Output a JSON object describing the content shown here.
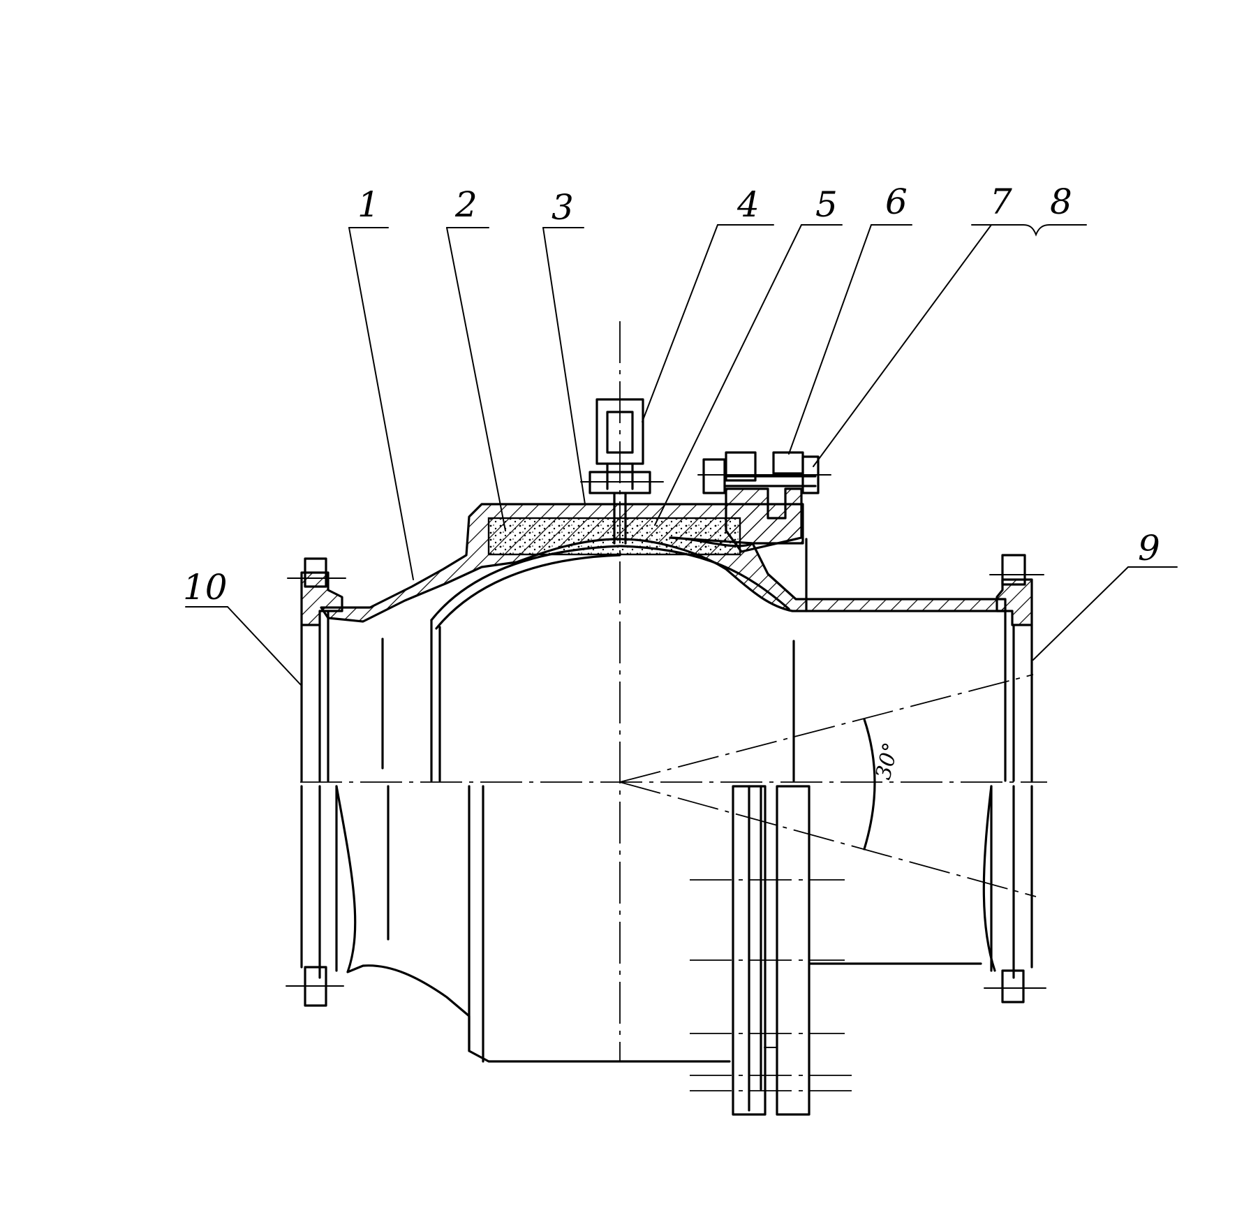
{
  "callouts": [
    {
      "id": "1",
      "text": "1"
    },
    {
      "id": "2",
      "text": "2"
    },
    {
      "id": "3",
      "text": "3"
    },
    {
      "id": "4",
      "text": "4"
    },
    {
      "id": "5",
      "text": "5"
    },
    {
      "id": "6",
      "text": "6"
    },
    {
      "id": "7",
      "text": "7"
    },
    {
      "id": "8",
      "text": "8"
    },
    {
      "id": "9",
      "text": "9"
    },
    {
      "id": "10",
      "text": "10"
    }
  ],
  "angle_label": "30°"
}
